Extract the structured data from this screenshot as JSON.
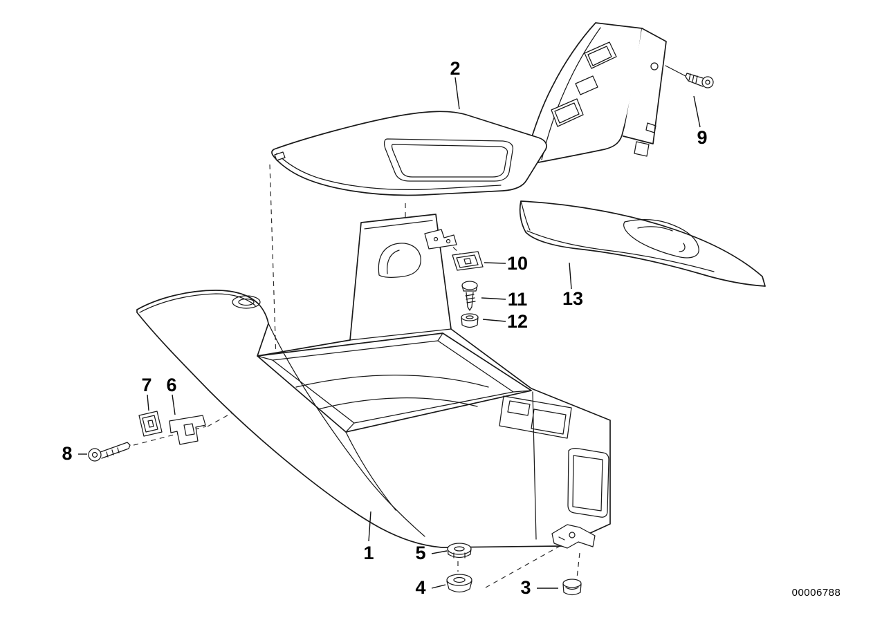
{
  "diagram": {
    "drawing_number": "00006788",
    "labels": [
      "1",
      "2",
      "3",
      "4",
      "5",
      "6",
      "7",
      "8",
      "9",
      "10",
      "11",
      "12",
      "13"
    ],
    "colors": {
      "line": "#1a1a1a",
      "background": "#ffffff",
      "dash": "#2a2a2a"
    }
  }
}
